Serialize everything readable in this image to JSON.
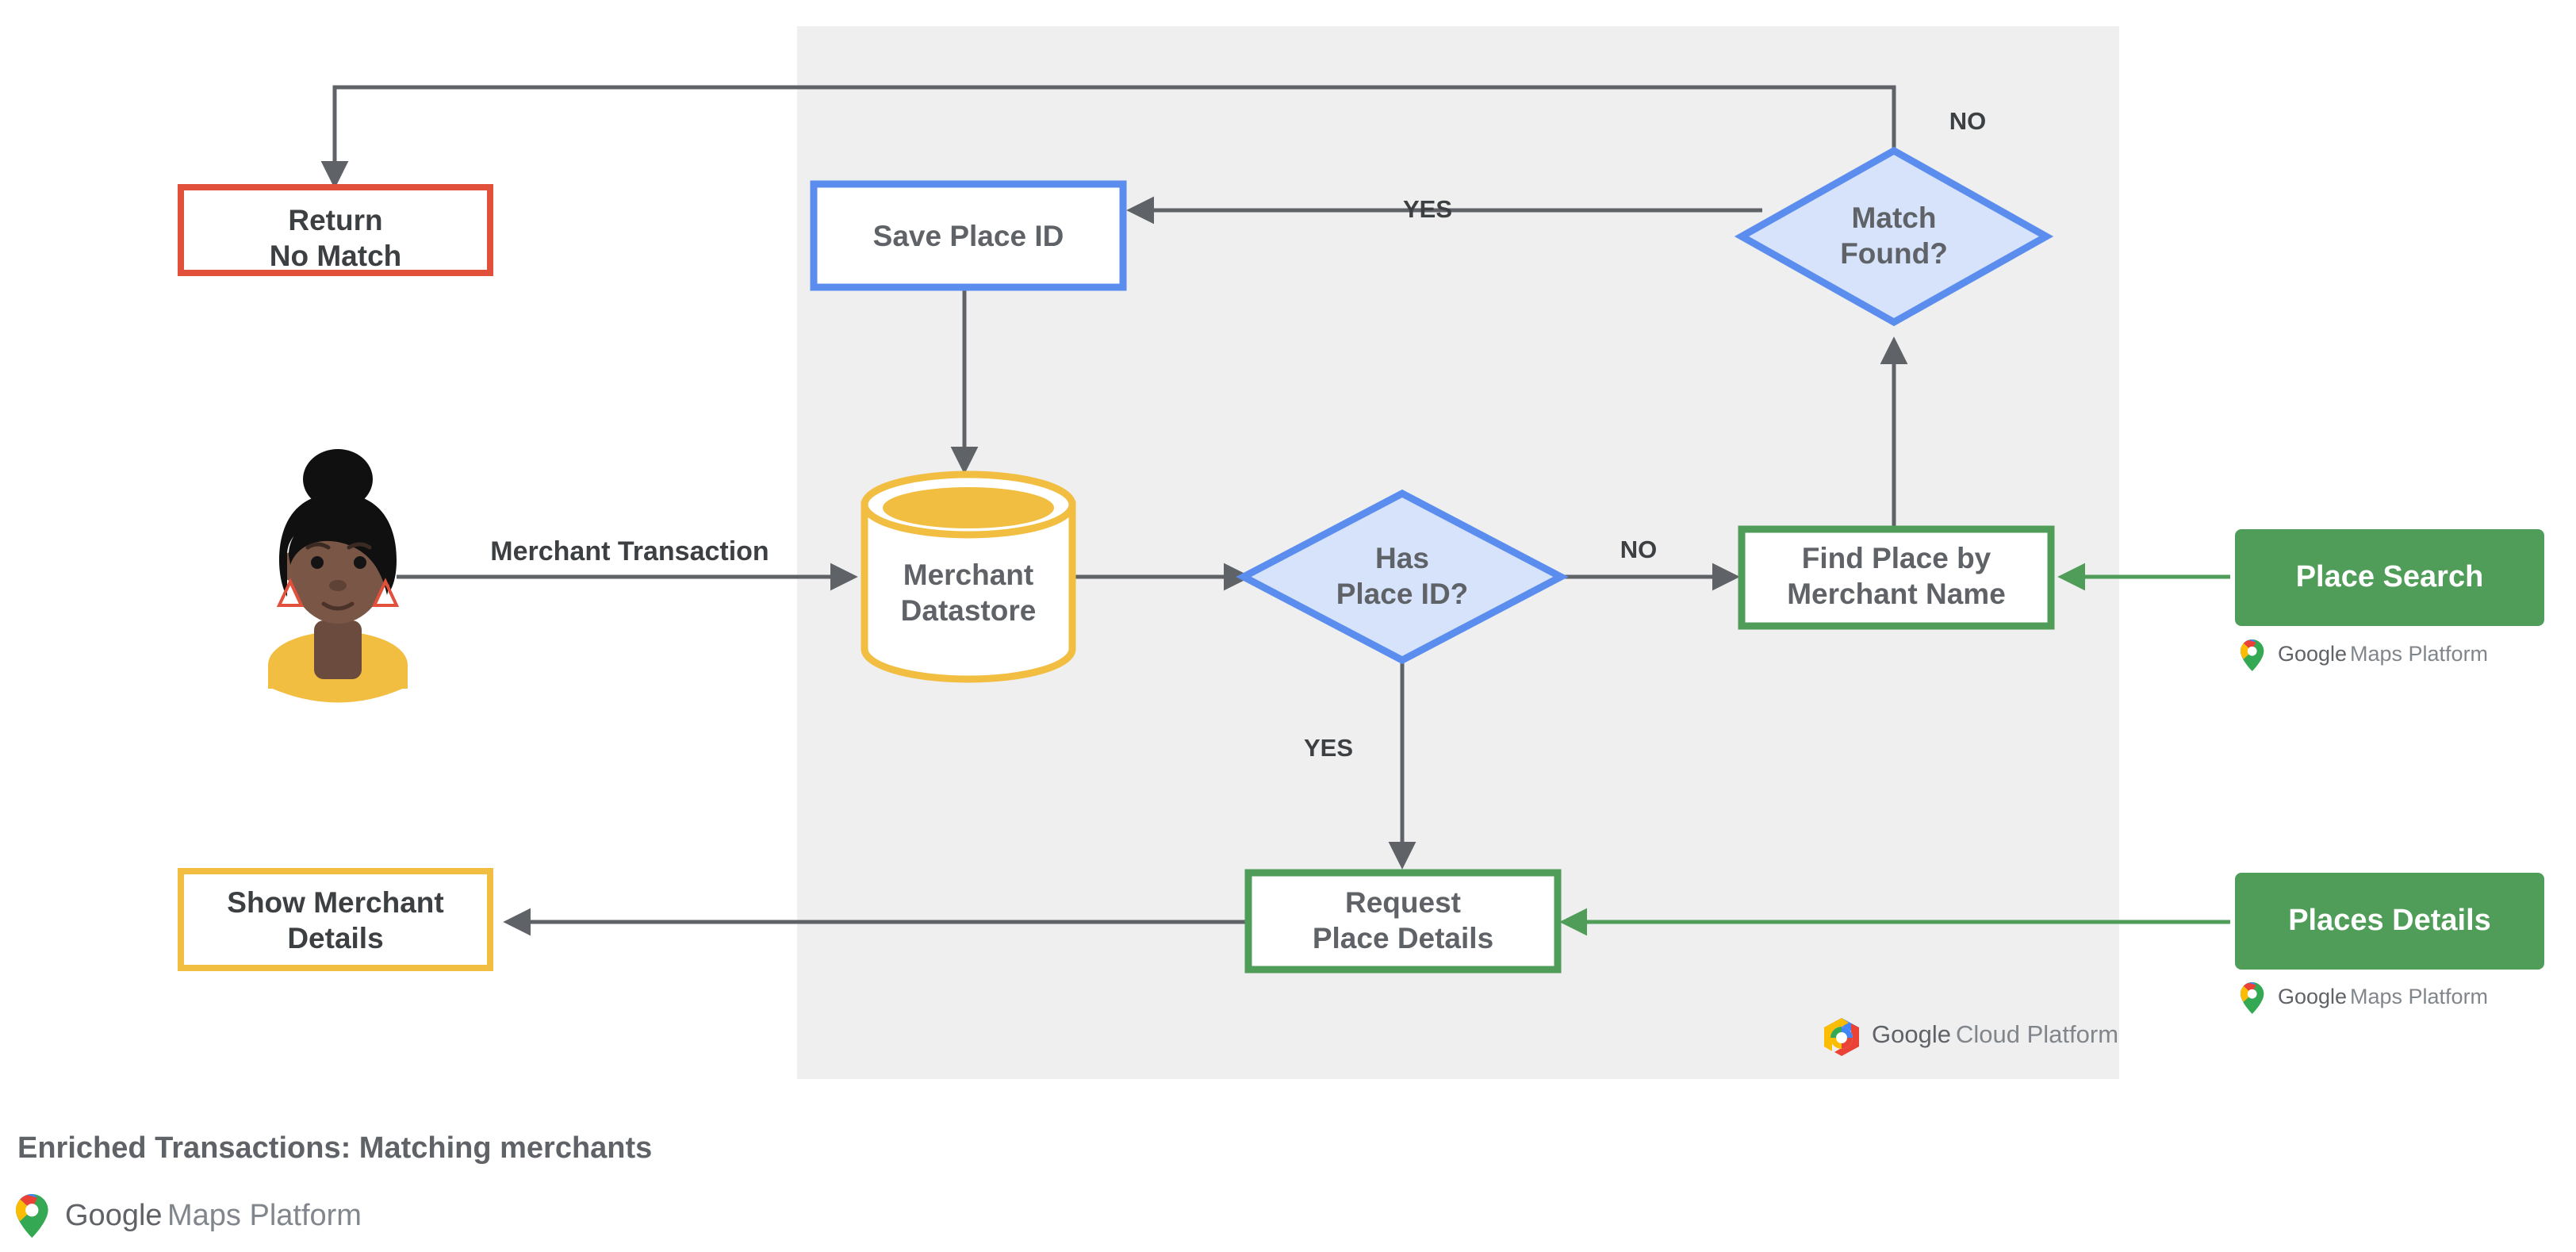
{
  "caption": {
    "title": "Enriched Transactions: Matching merchants",
    "brand_bold": "Google",
    "brand_light": "Maps Platform"
  },
  "panel": {
    "label": "google-cloud-platform-panel",
    "footer_logo": {
      "brand_bold": "Google",
      "brand_light": "Cloud Platform"
    },
    "background_color": "#EFEFEF"
  },
  "colors": {
    "red": "#E0503A",
    "blue": "#5B8DEF",
    "blue_fill": "#D6E3FB",
    "yellow": "#F2BE42",
    "green": "#4F9D58",
    "connector": "#5F6368",
    "text": "#5F6368",
    "text_dark": "#3C4043"
  },
  "nodes": {
    "return_no_match": {
      "line1": "Return",
      "line2": "No Match",
      "shape": "rect",
      "border": "#E0503A"
    },
    "save_place_id": {
      "line1": "Save Place ID",
      "line2": "",
      "shape": "rect",
      "border": "#5B8DEF"
    },
    "match_found": {
      "line1": "Match",
      "line2": "Found?",
      "shape": "diamond",
      "border": "#5B8DEF"
    },
    "merchant_datastore": {
      "line1": "Merchant",
      "line2": "Datastore",
      "shape": "cylinder",
      "border": "#F2BE42"
    },
    "has_place_id": {
      "line1": "Has",
      "line2": "Place ID?",
      "shape": "diamond",
      "border": "#5B8DEF"
    },
    "find_place": {
      "line1": "Find Place by",
      "line2": "Merchant Name",
      "shape": "rect",
      "border": "#4F9D58"
    },
    "request_place_details": {
      "line1": "Request",
      "line2": "Place Details",
      "shape": "rect",
      "border": "#4F9D58"
    },
    "show_merchant_details": {
      "line1": "Show Merchant",
      "line2": "Details",
      "shape": "rect",
      "border": "#F2BE42"
    },
    "place_search": {
      "label": "Place Search",
      "shape": "rounded-filled",
      "fill": "#4F9D58"
    },
    "places_details": {
      "label": "Places Details",
      "shape": "rounded-filled",
      "fill": "#4F9D58"
    },
    "user_avatar": {
      "label": "merchant customer avatar"
    }
  },
  "edge_labels": {
    "merchant_transaction": "Merchant Transaction",
    "has_place_id_yes": "YES",
    "has_place_id_no": "NO",
    "match_found_yes": "YES",
    "match_found_no": "NO"
  },
  "api_labels": {
    "place_search_sub": {
      "brand_bold": "Google",
      "brand_light": "Maps Platform"
    },
    "places_details_sub": {
      "brand_bold": "Google",
      "brand_light": "Maps Platform"
    }
  }
}
